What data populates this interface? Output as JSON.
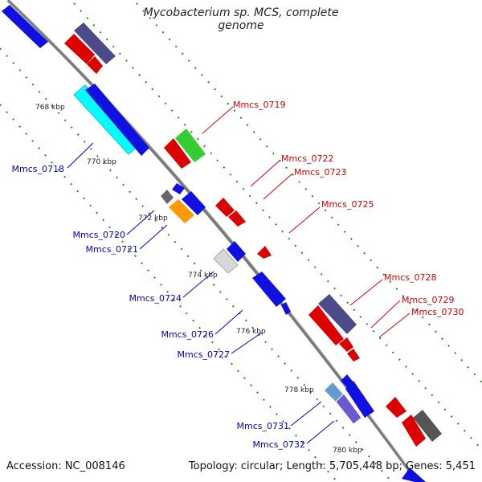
{
  "title": "Mycobacterium sp. MCS, complete genome",
  "footer": {
    "accession": "Accession: NC_008146",
    "summary": "Topology: circular; Length: 5,705,448 bp; Genes: 5,451"
  },
  "kbp_labels": [
    "768 kbp",
    "770 kbp",
    "772 kbp",
    "774 kbp",
    "776 kbp",
    "778 kbp",
    "780 kbp"
  ],
  "genes_forward": [
    "Mmcs_0719",
    "Mmcs_0722",
    "Mmcs_0723",
    "Mmcs_0725",
    "Mmcs_0728",
    "Mmcs_0729",
    "Mmcs_0730"
  ],
  "genes_reverse": [
    "Mmcs_0718",
    "Mmcs_0720",
    "Mmcs_0721",
    "Mmcs_0724",
    "Mmcs_0726",
    "Mmcs_0727",
    "Mmcs_0731",
    "Mmcs_0732"
  ],
  "colors": {
    "forward_label": "#dd0000",
    "reverse_label": "#0000cc",
    "backbone": "#888888",
    "tick": "#228B22"
  }
}
